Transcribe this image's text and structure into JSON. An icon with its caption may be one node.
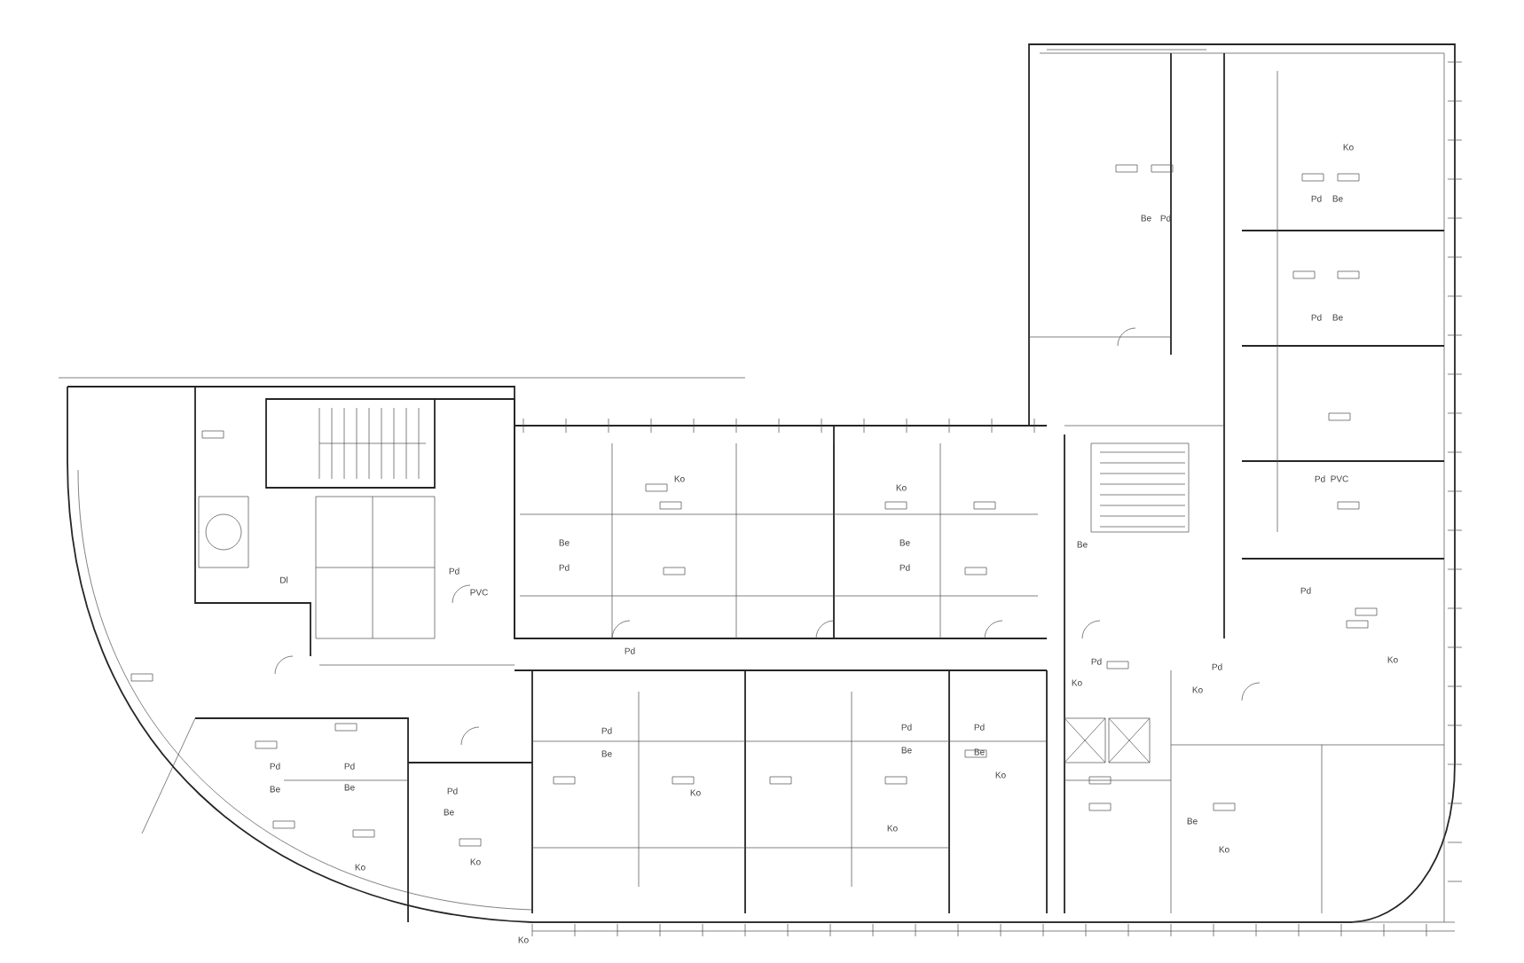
{
  "diagram": {
    "labels": [
      "Ko",
      "Be",
      "Pd",
      "Ko",
      "Be",
      "Pd",
      "Be",
      "Pd",
      "Ko",
      "Pd",
      "Be",
      "Pd",
      "Be",
      "Pd",
      "PVC",
      "Pd",
      "Pd",
      "PVC",
      "Dl",
      "Pd",
      "Be",
      "Pd",
      "Be",
      "Ko",
      "Be",
      "Pd",
      "Ko",
      "Pd",
      "Be",
      "Ko",
      "Pd",
      "Be",
      "Ko",
      "Pd",
      "Be",
      "Ko",
      "Pd",
      "Ko",
      "Pd",
      "Ko",
      "Ko",
      "Pd",
      "Be",
      "Ko",
      "Be",
      "Ko"
    ]
  }
}
